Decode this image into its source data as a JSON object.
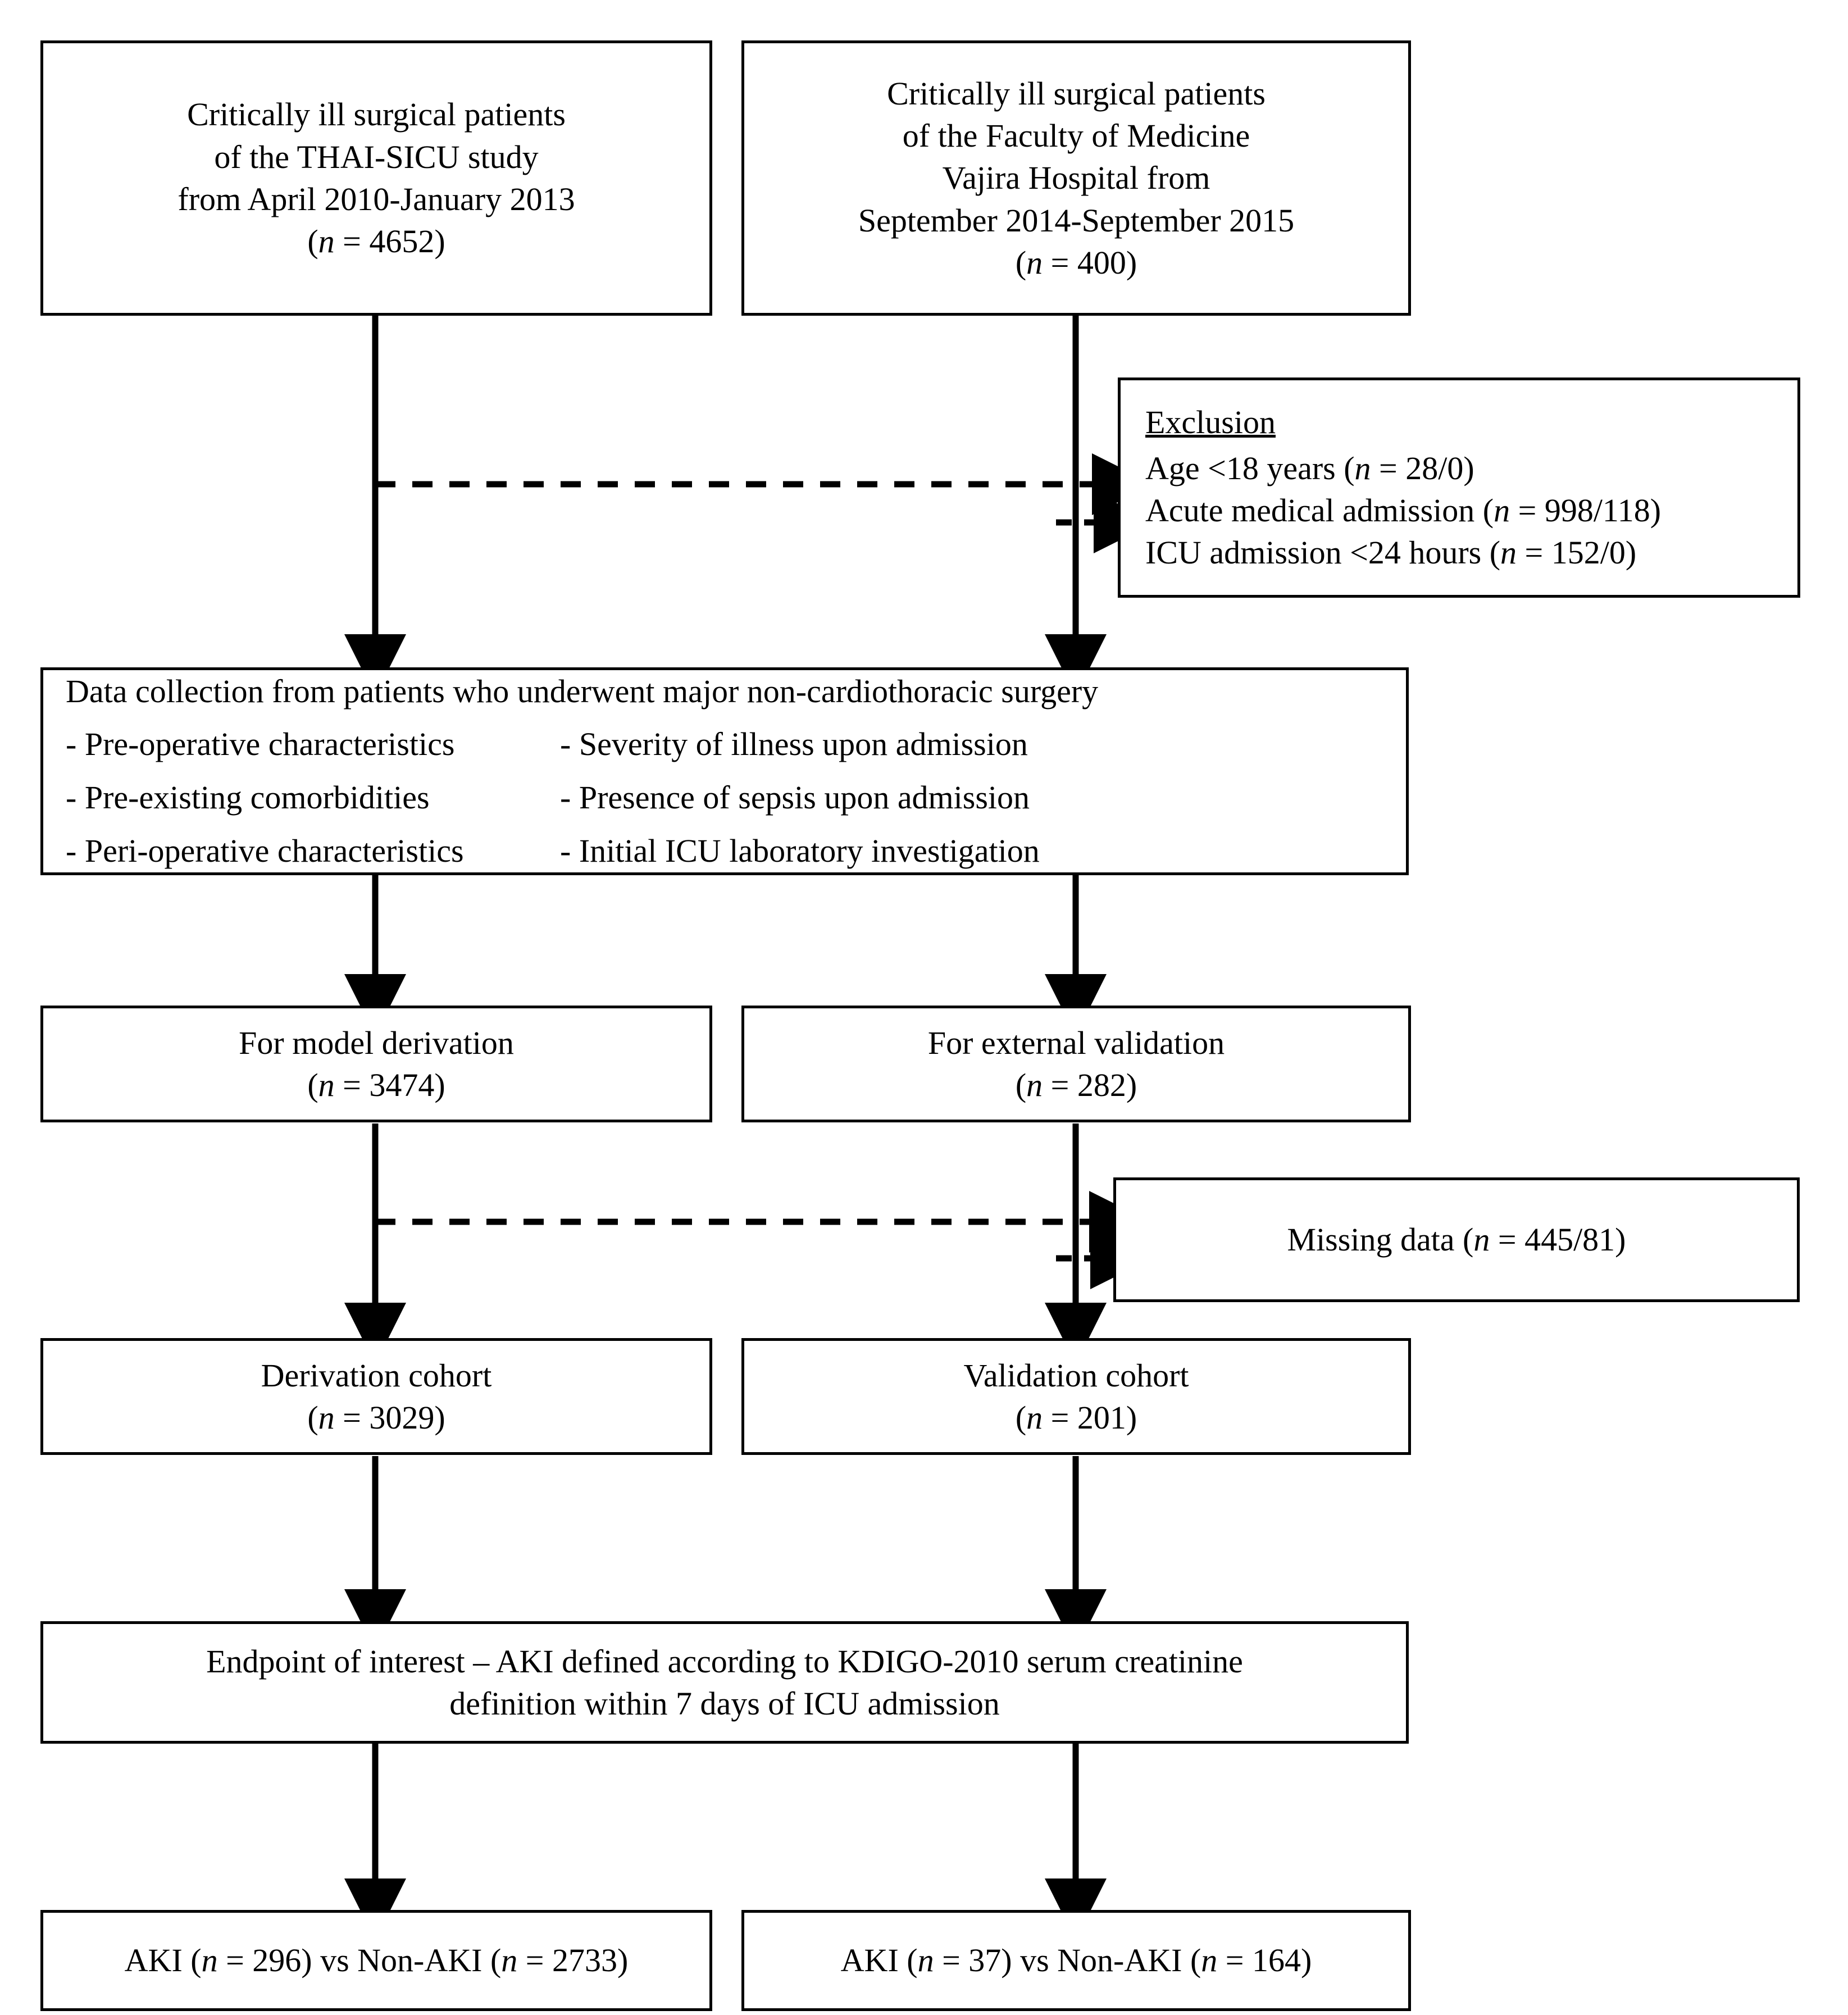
{
  "chart_data": {
    "type": "diagram",
    "title": "Study flow diagram of derivation and validation cohorts for post-operative AKI",
    "nodes": [
      {
        "id": "thai_sicu",
        "label": "Critically ill surgical patients of the THAI-SICU study from April 2010-January 2013 (n = 4652)",
        "n": 4652
      },
      {
        "id": "vajira",
        "label": "Critically ill surgical patients of the Faculty of Medicine Vajira Hospital from September 2014-September 2015 (n = 400)",
        "n": 400
      },
      {
        "id": "exclusion",
        "label": "Exclusion: Age <18 years (n = 28/0); Acute medical admission (n = 998/118); ICU admission <24 hours (n = 152/0)"
      },
      {
        "id": "data_collection",
        "label": "Data collection from patients who underwent major non-cardiothoracic surgery"
      },
      {
        "id": "derivation_pool",
        "label": "For model derivation (n = 3474)",
        "n": 3474
      },
      {
        "id": "validation_pool",
        "label": "For external validation (n = 282)",
        "n": 282
      },
      {
        "id": "missing",
        "label": "Missing data (n = 445/81)"
      },
      {
        "id": "derivation_cohort",
        "label": "Derivation cohort (n = 3029)",
        "n": 3029
      },
      {
        "id": "validation_cohort",
        "label": "Validation cohort (n = 201)",
        "n": 201
      },
      {
        "id": "endpoint",
        "label": "Endpoint of interest - AKI defined according to KDIGO-2010 serum creatinine definition within 7 days of ICU admission"
      },
      {
        "id": "derivation_outcome",
        "label": "AKI (n = 296) vs Non-AKI (n = 2733)"
      },
      {
        "id": "validation_outcome",
        "label": "AKI (n = 37) vs Non-AKI (n = 164)"
      }
    ],
    "edges": [
      {
        "from": "thai_sicu",
        "to": "data_collection",
        "style": "solid"
      },
      {
        "from": "vajira",
        "to": "data_collection",
        "style": "solid"
      },
      {
        "from": "thai_sicu",
        "to": "exclusion",
        "style": "dashed"
      },
      {
        "from": "vajira",
        "to": "exclusion",
        "style": "dashed"
      },
      {
        "from": "data_collection",
        "to": "derivation_pool",
        "style": "solid"
      },
      {
        "from": "data_collection",
        "to": "validation_pool",
        "style": "solid"
      },
      {
        "from": "derivation_pool",
        "to": "missing",
        "style": "dashed"
      },
      {
        "from": "validation_pool",
        "to": "missing",
        "style": "dashed"
      },
      {
        "from": "derivation_pool",
        "to": "derivation_cohort",
        "style": "solid"
      },
      {
        "from": "validation_pool",
        "to": "validation_cohort",
        "style": "solid"
      },
      {
        "from": "derivation_cohort",
        "to": "endpoint",
        "style": "solid"
      },
      {
        "from": "validation_cohort",
        "to": "endpoint",
        "style": "solid"
      },
      {
        "from": "endpoint",
        "to": "derivation_outcome",
        "style": "solid"
      },
      {
        "from": "endpoint",
        "to": "validation_outcome",
        "style": "solid"
      }
    ]
  },
  "colors": {
    "stroke": "#000000",
    "background": "#ffffff",
    "text": "#000000"
  },
  "source_thai": {
    "line1": "Critically ill surgical patients",
    "line2": "of the THAI-SICU study",
    "line3": "from April 2010-January 2013",
    "n_open": "(",
    "n_italic": "n",
    "n_value": " = 4652)"
  },
  "source_vajira": {
    "line1": "Critically ill surgical patients",
    "line2": "of the Faculty of Medicine",
    "line3": "Vajira Hospital from",
    "line4": "September 2014-September 2015",
    "n_open": "(",
    "n_italic": "n",
    "n_value": " = 400)"
  },
  "exclusion": {
    "heading": "Exclusion",
    "item1_pre": "Age <18 years (",
    "item1_italic": "n",
    "item1_post": " = 28/0)",
    "item2_pre": "Acute medical admission (",
    "item2_italic": "n",
    "item2_post": " = 998/118)",
    "item3_pre": "ICU admission <24 hours (",
    "item3_italic": "n",
    "item3_post": " = 152/0)"
  },
  "data_collection": {
    "title": "Data collection from patients who underwent major non-cardiothoracic surgery",
    "bullet_left_1": "- Pre-operative characteristics",
    "bullet_right_1": "- Severity of illness upon admission",
    "bullet_left_2": "- Pre-existing comorbidities",
    "bullet_right_2": "- Presence of sepsis upon admission",
    "bullet_left_3": "- Peri-operative characteristics",
    "bullet_right_3": "- Initial ICU laboratory investigation"
  },
  "derivation_pool": {
    "line1": "For model derivation",
    "n_open": "(",
    "n_italic": "n",
    "n_value": " = 3474)"
  },
  "validation_pool": {
    "line1": "For external validation",
    "n_open": "(",
    "n_italic": "n",
    "n_value": " = 282)"
  },
  "missing_data": {
    "pre": "Missing data (",
    "italic": "n",
    "post": " = 445/81)"
  },
  "derivation_cohort": {
    "line1": "Derivation cohort",
    "n_open": "(",
    "n_italic": "n",
    "n_value": " = 3029)"
  },
  "validation_cohort": {
    "line1": "Validation cohort",
    "n_open": "(",
    "n_italic": "n",
    "n_value": " = 201)"
  },
  "endpoint": {
    "line1": "Endpoint of interest – AKI defined according to KDIGO-2010 serum creatinine",
    "line2": "definition within 7 days of ICU admission"
  },
  "derivation_outcome": {
    "p1": "AKI (",
    "i1": "n",
    "p2": " = 296) vs Non-AKI (",
    "i2": "n",
    "p3": " = 2733)"
  },
  "validation_outcome": {
    "p1": "AKI (",
    "i1": "n",
    "p2": " = 37) vs Non-AKI (",
    "i2": "n",
    "p3": " = 164)"
  }
}
